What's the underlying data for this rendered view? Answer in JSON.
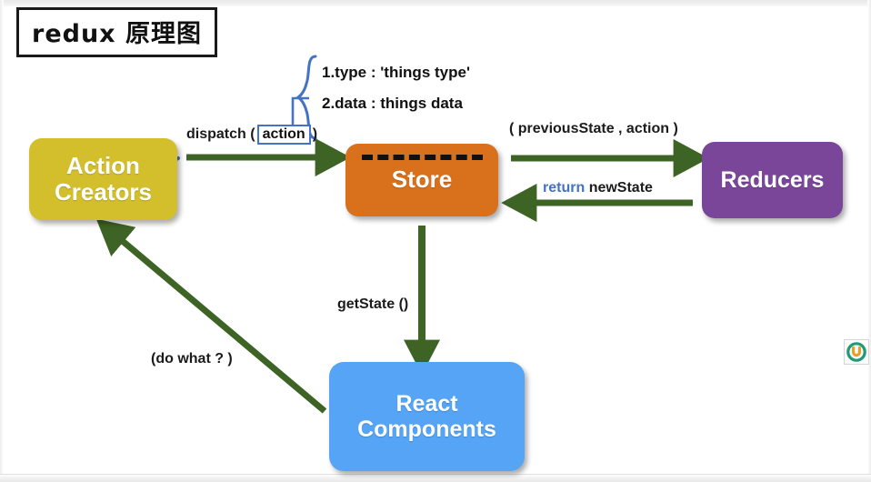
{
  "title": "redux 原理图",
  "nodes": {
    "action_creators": {
      "line1": "Action",
      "line2": "Creators",
      "color": "#d2bf2b"
    },
    "store": {
      "label": "Store",
      "color": "#d9701b"
    },
    "reducers": {
      "label": "Reducers",
      "color": "#7a4699"
    },
    "react_components": {
      "line1": "React",
      "line2": "Components",
      "color": "#55a4f5"
    }
  },
  "labels": {
    "dispatch_prefix": "dispatch (",
    "dispatch_chip": "action",
    "dispatch_suffix": ")",
    "previous_state": "( previousState , action )",
    "return_keyword": "return",
    "return_value": "newState",
    "get_state": "getState ()",
    "do_what": "(do what ? )"
  },
  "annotation": {
    "line1": "1.type : 'things type'",
    "line2": "2.data :  things data",
    "brace_color": "#4472c4"
  },
  "colors": {
    "arrow_green": "#3d6325",
    "brace_blue": "#4472c4",
    "dotted_blue": "#4472c4",
    "dash_black": "#111111",
    "background": "#ffffff"
  },
  "corner_logo": {
    "icon": "power-logo-icon"
  }
}
